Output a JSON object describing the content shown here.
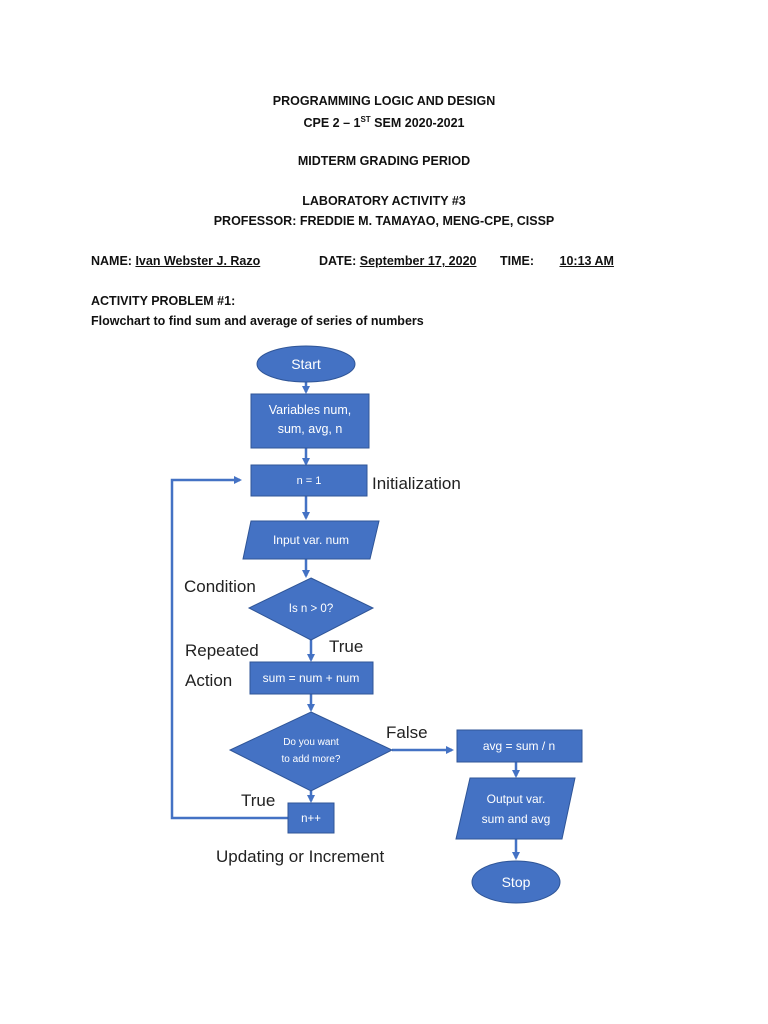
{
  "header": {
    "line1": "PROGRAMMING LOGIC AND DESIGN",
    "line2_prefix": "CPE 2 – 1",
    "line2_sup": "ST",
    "line2_suffix": " SEM 2020-2021",
    "line3": "MIDTERM GRADING PERIOD",
    "line4": "LABORATORY ACTIVITY #3",
    "line5": "PROFESSOR: FREDDIE M. TAMAYAO, MENG-CPE, CISSP"
  },
  "info": {
    "name_label": "NAME:",
    "name_value": "Ivan Webster J. Razo",
    "date_label": "DATE:",
    "date_value": "September 17, 2020",
    "time_label": "TIME:",
    "time_value": "10:13 AM"
  },
  "activity": {
    "title": "ACTIVITY PROBLEM #1:",
    "description": "Flowchart to find sum and average of series of numbers"
  },
  "flowchart": {
    "start": "Start",
    "variables_line1": "Variables num,",
    "variables_line2": "sum, avg, n",
    "init": "n = 1",
    "input": "Input var. num",
    "condition": "Is n > 0?",
    "sum": "sum = num + num",
    "decision_line1": "Do you want",
    "decision_line2": "to add more?",
    "increment": "n++",
    "avg": "avg = sum / n",
    "output_line1": "Output var.",
    "output_line2": "sum and avg",
    "stop": "Stop",
    "annotations": {
      "initialization": "Initialization",
      "condition": "Condition",
      "true_1": "True",
      "repeated": "Repeated",
      "action": "Action",
      "false": "False",
      "true_2": "True",
      "updating": "Updating or Increment"
    },
    "colors": {
      "fill": "#4472C4",
      "stroke": "#2F5597",
      "text": "#FFFFFF"
    }
  }
}
